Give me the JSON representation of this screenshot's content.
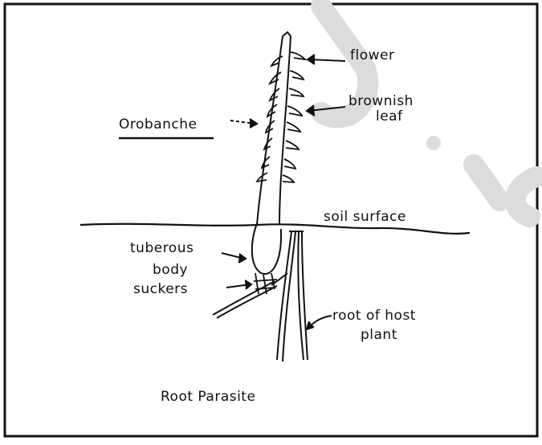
{
  "labels": {
    "plant_name": "Orobanche",
    "flower": "flower",
    "leaf_line1": "brownish",
    "leaf_line2": "leaf",
    "soil": "soil surface",
    "tuberous_line1": "tuberous",
    "tuberous_line2": "body",
    "suckers": "suckers",
    "root_line1": "root of host",
    "root_line2": "plant",
    "caption": "Root Parasite"
  },
  "watermark": "d.i.c",
  "colors": {
    "ink": "#111111",
    "watermark": "#dcdcdc",
    "frame": "#111111"
  }
}
